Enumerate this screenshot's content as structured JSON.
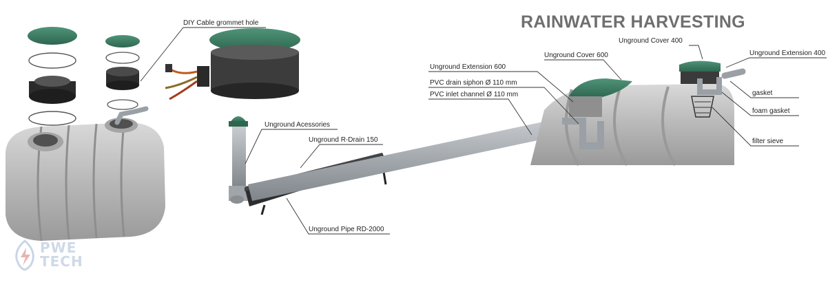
{
  "title": "RAINWATER HARVESTING",
  "logo": {
    "line1": "PWE",
    "line2": "TECH"
  },
  "labels": {
    "cable_grommet": "DIY Cable grommet hole",
    "acessories": "Unground Acessories",
    "r_drain": "Unground R-Drain 150",
    "pipe": "Unground Pipe RD-2000",
    "extension_600": "Unground Extension 600",
    "drain_siphon": "PVC drain siphon Ø 110 mm",
    "inlet_channel": "PVC inlet channel Ø 110 mm",
    "cover_600": "Unground Cover 600",
    "cover_400": "Unground Cover 400",
    "extension_400": "Unground Extension 400",
    "gasket": "gasket",
    "foam_gasket": "foam gasket",
    "filter_sieve": "filter sieve"
  },
  "colors": {
    "tank": "#c4c4c4",
    "cover": "#3f7f66",
    "pipe": "#a9adb1",
    "drain": "#2d2d2d",
    "title": "#6f6f6f"
  }
}
